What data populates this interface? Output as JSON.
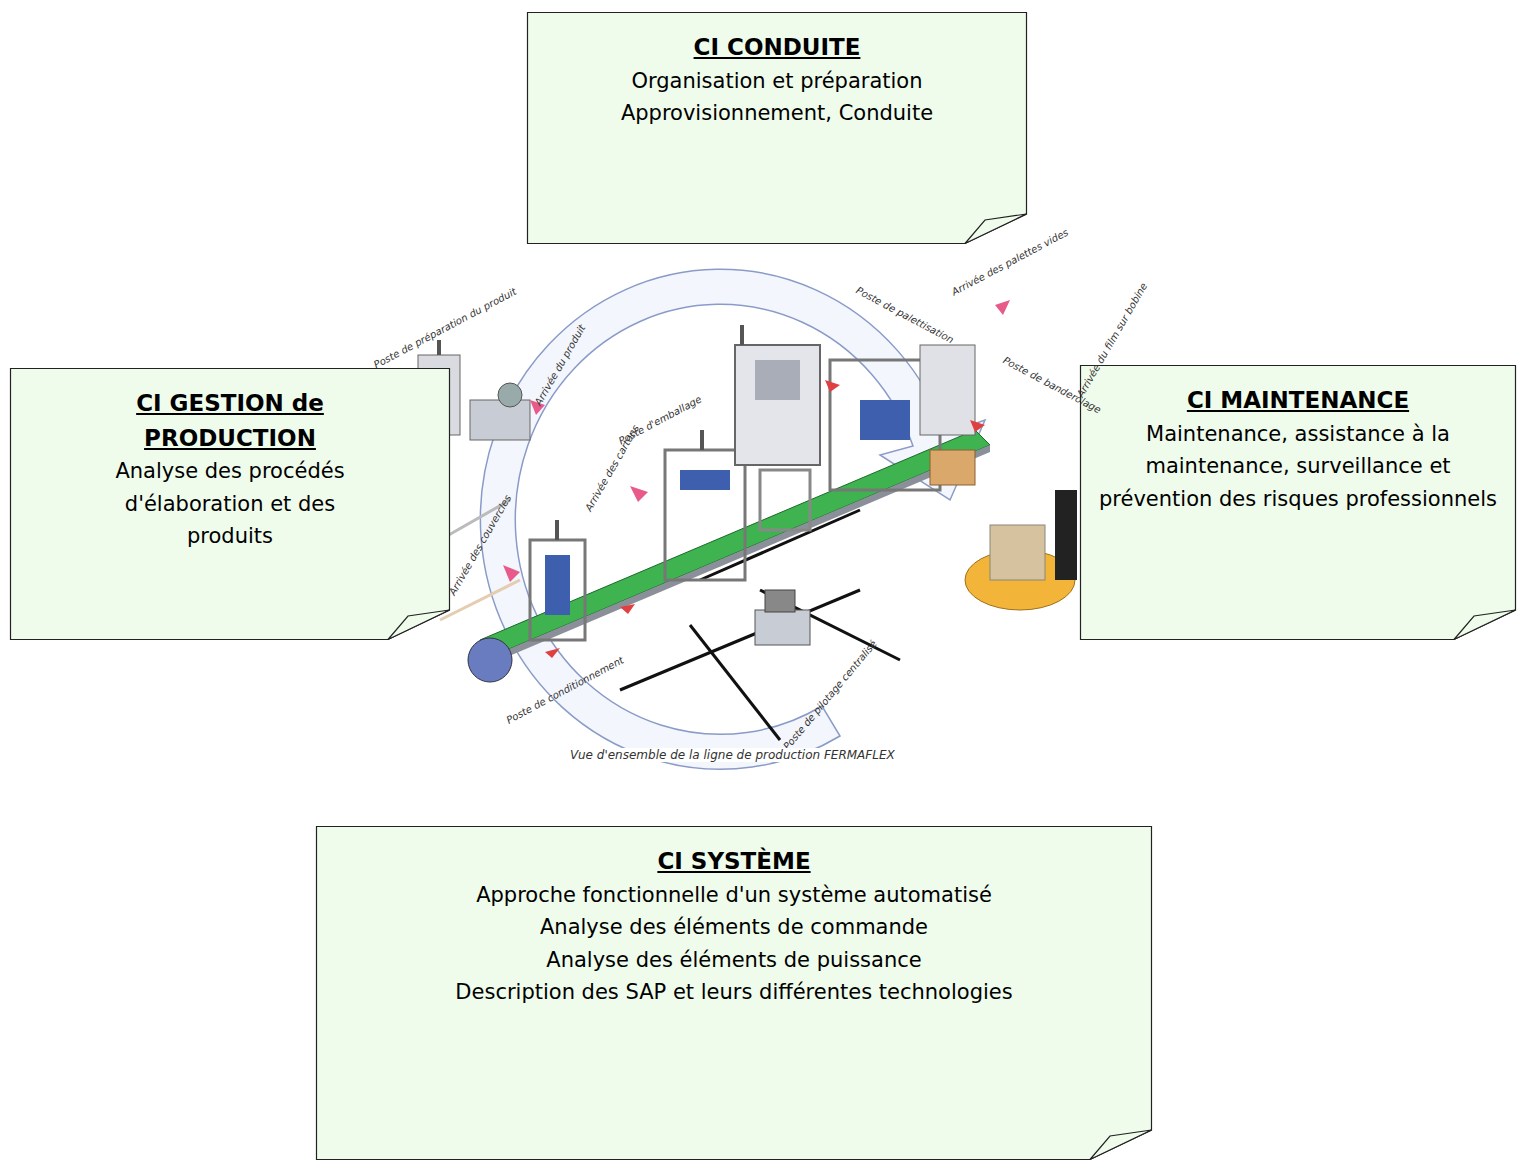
{
  "diagram": {
    "caption": "Vue d'ensemble de la ligne de production FERMAFLEX",
    "nodes": [
      {
        "text": [
          "CI CONDUITE",
          "Organisation et préparation",
          "Approvisionnement, Conduite"
        ]
      },
      {
        "text": [
          "CI GESTION de PRODUCTION",
          "Analyse des procédés d'élaboration et des produits"
        ]
      },
      {
        "text": [
          "CI MAINTENANCE",
          "Maintenance, assistance à la maintenance, surveillance et prévention des risques professionnels"
        ]
      },
      {
        "text": [
          "CI SYSTÈME",
          "Approche fonctionnelle d'un système automatisé",
          "Analyse des éléments de commande",
          "Analyse des éléments de puissance",
          "Description des SAP et leurs différentes technologies"
        ]
      }
    ],
    "labels": [
      "Poste de préparation du produit",
      "Arrivée du produit",
      "Poste d'emballage",
      "Arrivée des cartons",
      "Arrivée des couvercles",
      "Poste de palettisation",
      "Arrivée des palettes vides",
      "Poste de banderolage",
      "Arrivée du film sur bobine",
      "Poste de conditionnement",
      "Poste de pilotage centralisé"
    ]
  }
}
